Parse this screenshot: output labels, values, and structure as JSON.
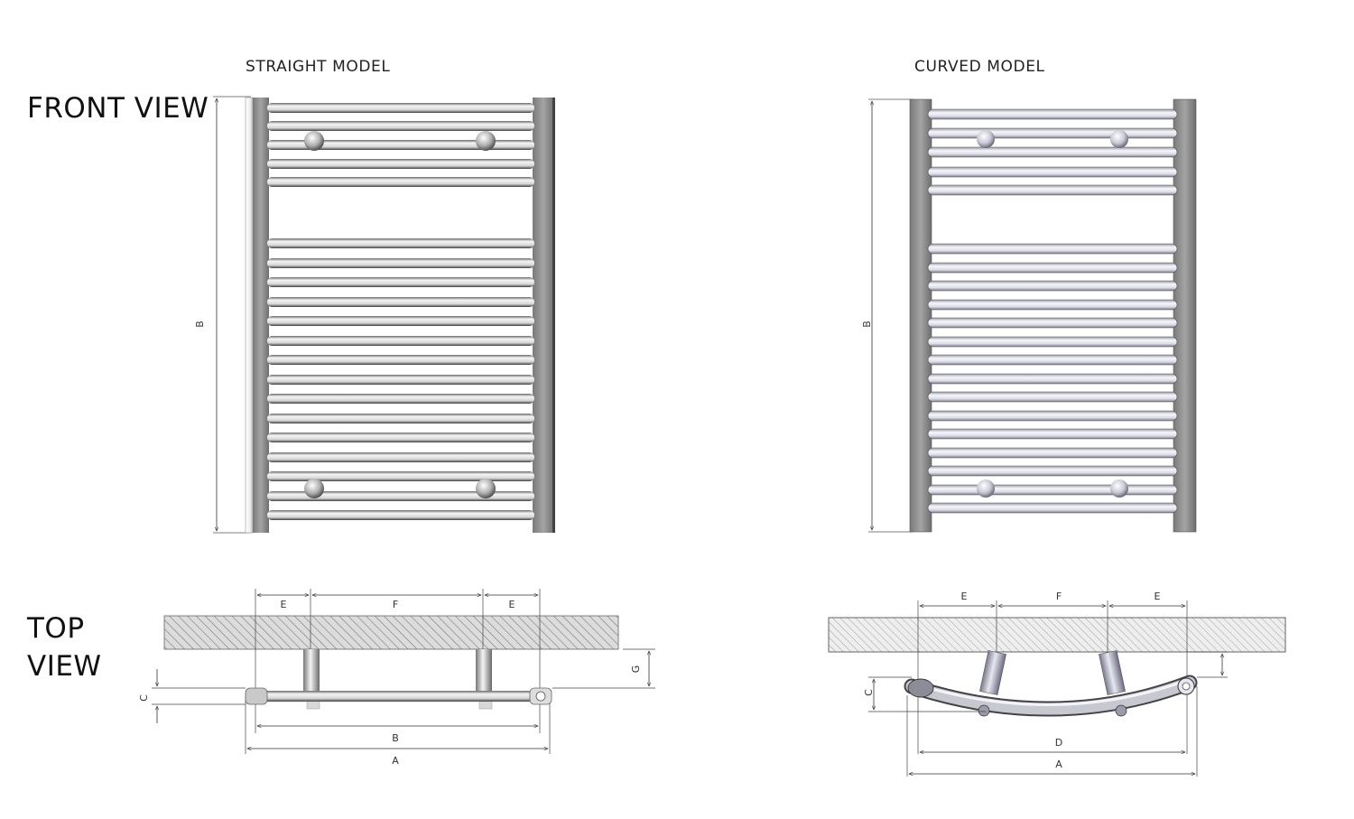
{
  "headings": {
    "front_view": "FRONT VIEW",
    "top_view_line1": "TOP",
    "top_view_line2": "VIEW"
  },
  "models": {
    "straight": "STRAIGHT MODEL",
    "curved": "CURVED MODEL"
  },
  "dimensions": {
    "straight_front": {
      "height": "B"
    },
    "curved_front": {
      "height": "B"
    },
    "straight_top": {
      "e_left": "E",
      "f": "F",
      "e_right": "E",
      "g": "G",
      "c": "C",
      "b": "B",
      "a": "A"
    },
    "curved_top": {
      "e_left": "E",
      "f": "F",
      "e_right": "E",
      "c": "C",
      "d": "D",
      "a": "A"
    }
  },
  "colors": {
    "rail": "#8f8f8f",
    "bar_light": "#f2f2f2",
    "bar_dark": "#555555",
    "curved_bar": "#b8b8c8",
    "wall_hatch": "#bdbdbd",
    "line": "#333333"
  }
}
